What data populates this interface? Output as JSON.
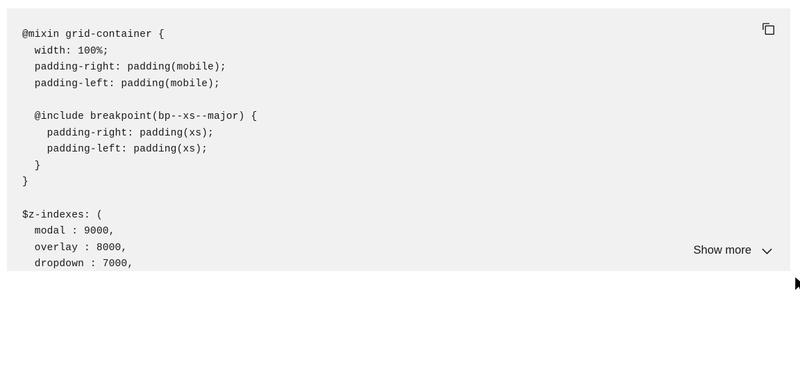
{
  "page": {
    "background_color": "#ffffff"
  },
  "code_snippet": {
    "background_color": "#f1f1f1",
    "text_color": "#161616",
    "language": "scss",
    "lines": [
      "@mixin grid-container {",
      "  width: 100%;",
      "  padding-right: padding(mobile);",
      "  padding-left: padding(mobile);",
      "",
      "  @include breakpoint(bp--xs--major) {",
      "    padding-right: padding(xs);",
      "    padding-left: padding(xs);",
      "  }",
      "}",
      "",
      "$z-indexes: (",
      "  modal : 9000,",
      "  overlay : 8000,",
      "  dropdown : 7000,"
    ],
    "copy_button": {
      "icon": "copy-icon"
    },
    "show_more": {
      "label": "Show more",
      "icon": "chevron-down-icon"
    }
  },
  "cursor": {
    "icon": "arrow-pointer-icon",
    "note": "partially clipped at right edge"
  }
}
